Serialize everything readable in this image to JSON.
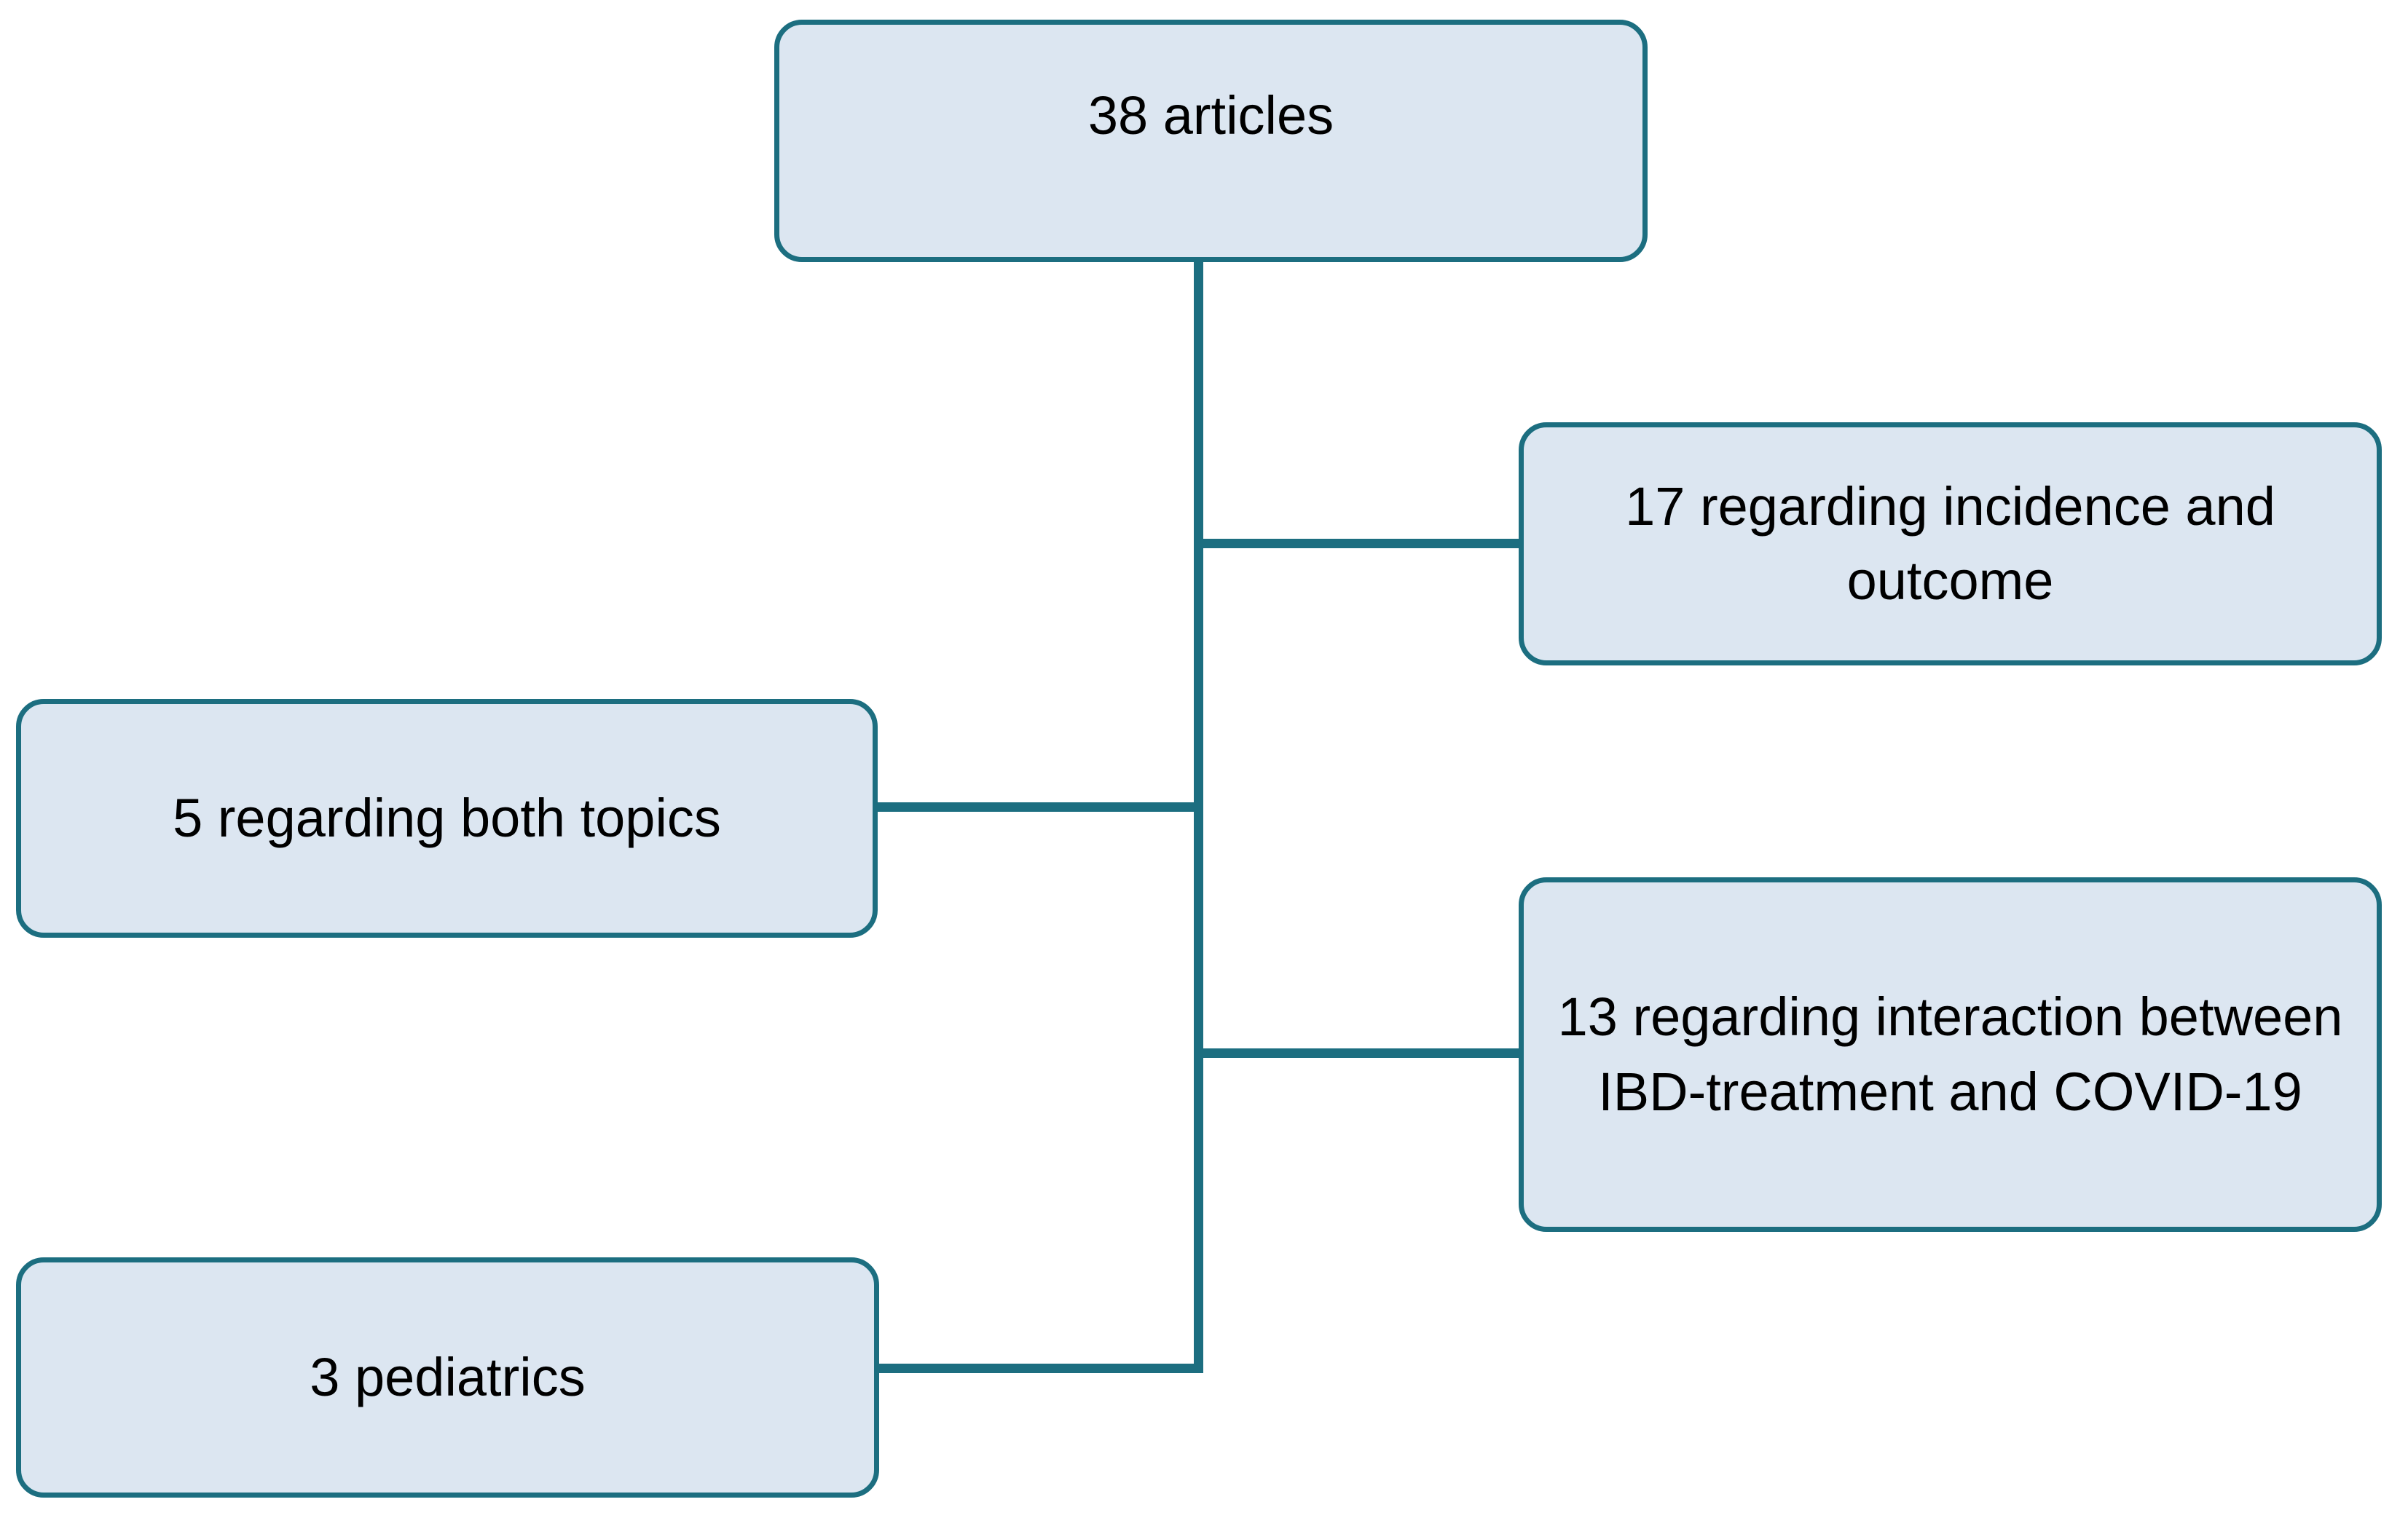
{
  "diagram": {
    "type": "flowchart",
    "title": "",
    "orientation": "horizontal-branching",
    "palette": {
      "node_fill": "#dce6f1",
      "node_border": "#1c6e80",
      "connector": "#1c6e80",
      "text": "#000000",
      "background": "#ffffff"
    },
    "nodes": [
      {
        "id": "root",
        "label": "38 articles",
        "count": 38,
        "role": "total"
      },
      {
        "id": "incidence",
        "label": "17 regarding incidence and outcome",
        "count": 17,
        "role": "branch"
      },
      {
        "id": "both",
        "label": "5 regarding both topics",
        "count": 5,
        "role": "branch"
      },
      {
        "id": "interaction",
        "label": "13 regarding interaction between IBD-treatment and COVID-19",
        "count": 13,
        "role": "branch"
      },
      {
        "id": "pediatrics",
        "label": "3 pediatrics",
        "count": 3,
        "role": "branch"
      }
    ],
    "edges": [
      {
        "from": "root",
        "to": "incidence",
        "style": "elbow"
      },
      {
        "from": "root",
        "to": "both",
        "style": "elbow"
      },
      {
        "from": "root",
        "to": "interaction",
        "style": "elbow"
      },
      {
        "from": "root",
        "to": "pediatrics",
        "style": "elbow"
      }
    ]
  }
}
